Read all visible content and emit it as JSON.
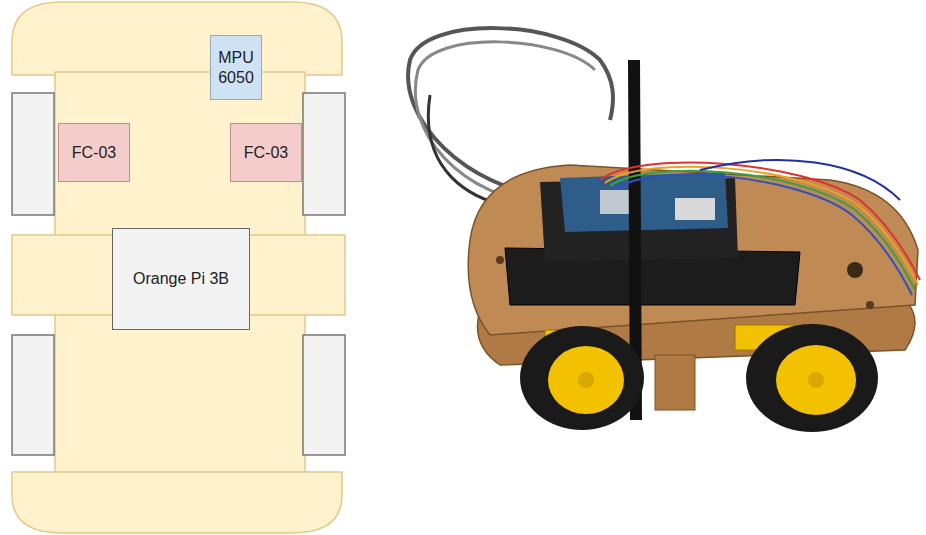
{
  "diagram": {
    "nodes": [
      {
        "text": [
          "MPU 6050"
        ]
      },
      {
        "text": [
          "FC-03"
        ]
      },
      {
        "text": [
          "FC-03"
        ]
      },
      {
        "text": [
          "Orange Pi 3B"
        ]
      }
    ]
  }
}
